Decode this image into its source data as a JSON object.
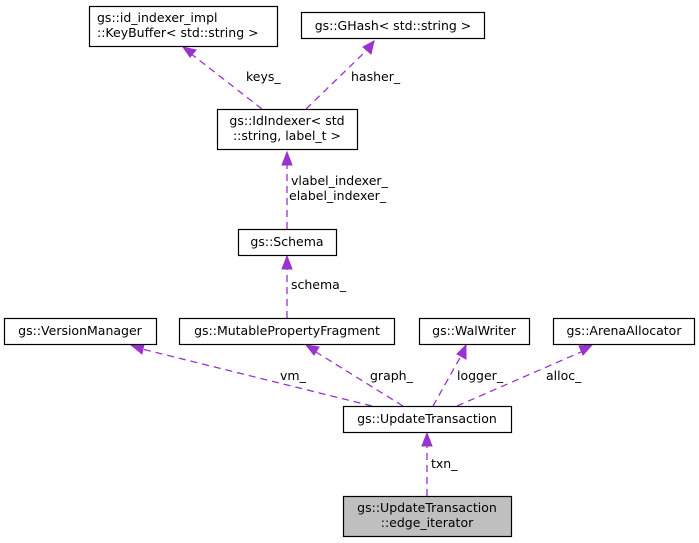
{
  "diagram": {
    "type": "collaboration-graph",
    "edge_color": "#9a32cd",
    "focus_fill": "#bfbfbf",
    "nodes": {
      "keybuffer": {
        "lines": [
          "gs::id_indexer_impl",
          "::KeyBuffer< std::string >"
        ]
      },
      "ghash": {
        "lines": [
          "gs::GHash< std::string >"
        ]
      },
      "idindexer": {
        "lines": [
          "gs::IdIndexer< std",
          "::string, label_t >"
        ]
      },
      "schema": {
        "lines": [
          "gs::Schema"
        ]
      },
      "versionmanager": {
        "lines": [
          "gs::VersionManager"
        ]
      },
      "mutablepropertyfragment": {
        "lines": [
          "gs::MutablePropertyFragment"
        ]
      },
      "walwriter": {
        "lines": [
          "gs::WalWriter"
        ]
      },
      "arenaallocator": {
        "lines": [
          "gs::ArenaAllocator"
        ]
      },
      "updatetransaction": {
        "lines": [
          "gs::UpdateTransaction"
        ]
      },
      "edgeiterator": {
        "lines": [
          "gs::UpdateTransaction",
          "::edge_iterator"
        ]
      }
    },
    "edges": [
      {
        "from": "idindexer",
        "to": "keybuffer",
        "labels": [
          "keys_"
        ]
      },
      {
        "from": "idindexer",
        "to": "ghash",
        "labels": [
          "hasher_"
        ]
      },
      {
        "from": "schema",
        "to": "idindexer",
        "labels": [
          "vlabel_indexer_",
          "elabel_indexer_"
        ]
      },
      {
        "from": "mutablepropertyfragment",
        "to": "schema",
        "labels": [
          "schema_"
        ]
      },
      {
        "from": "updatetransaction",
        "to": "versionmanager",
        "labels": [
          "vm_"
        ]
      },
      {
        "from": "updatetransaction",
        "to": "mutablepropertyfragment",
        "labels": [
          "graph_"
        ]
      },
      {
        "from": "updatetransaction",
        "to": "walwriter",
        "labels": [
          "logger_"
        ]
      },
      {
        "from": "updatetransaction",
        "to": "arenaallocator",
        "labels": [
          "alloc_"
        ]
      },
      {
        "from": "edgeiterator",
        "to": "updatetransaction",
        "labels": [
          "txn_"
        ]
      }
    ]
  }
}
